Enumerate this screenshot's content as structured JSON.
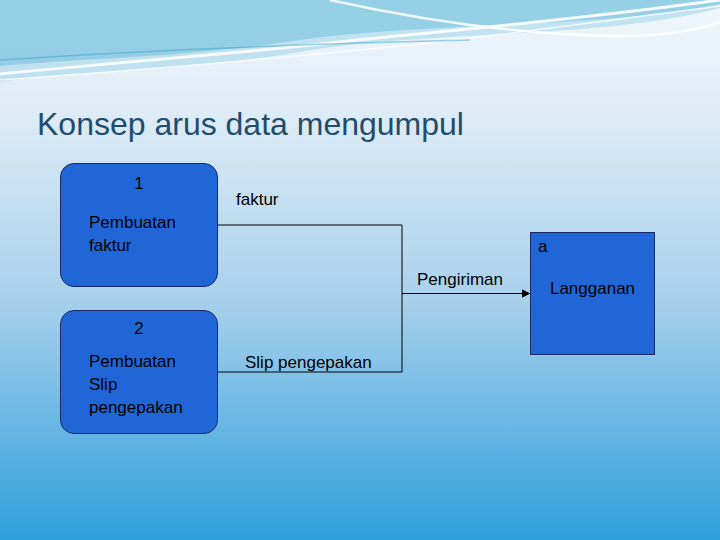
{
  "diagram": {
    "title": "Konsep arus data mengumpul",
    "nodes": [
      {
        "text": [
          "1",
          "Pembuatan faktur"
        ]
      },
      {
        "text": [
          "2",
          "Pembuatan Slip pengepakan"
        ]
      },
      {
        "text": [
          "a",
          "Langganan"
        ]
      }
    ],
    "edges": [
      {
        "from": 0,
        "to": 2,
        "arrow": "to",
        "label": "faktur"
      },
      {
        "from": 1,
        "to": 2,
        "arrow": "to",
        "label": "Slip pengepakan"
      }
    ],
    "labels": [
      "Pengiriman"
    ]
  }
}
